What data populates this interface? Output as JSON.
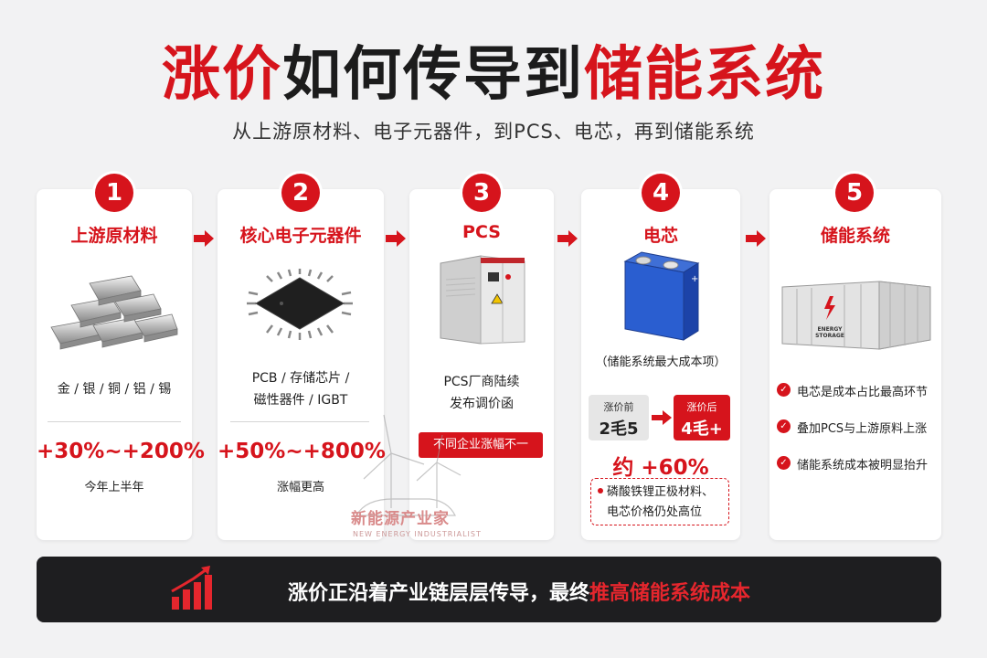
{
  "title": {
    "part1": "涨价",
    "part2": "如何传导到",
    "part3": "储能系统"
  },
  "subtitle": "从上游原材料、电子元器件，到PCS、电芯，再到储能系统",
  "stages": [
    {
      "number": "1",
      "title": "上游原材料",
      "icon": "metal-ingots-icon",
      "items": "金 / 银 / 铜 / 铝 / 锡",
      "increase": "+30%~+200%",
      "note": "今年上半年"
    },
    {
      "number": "2",
      "title": "核心电子元器件",
      "icon": "chip-icon",
      "items_line1": "PCB / 存储芯片 /",
      "items_line2": "磁性器件 / IGBT",
      "increase": "+50%~+800%",
      "note": "涨幅更高"
    },
    {
      "number": "3",
      "title": "PCS",
      "icon": "pcs-cabinet-icon",
      "desc_line1": "PCS厂商陆续",
      "desc_line2": "发布调价函",
      "tag": "不同企业涨幅不一"
    },
    {
      "number": "4",
      "title": "电芯",
      "icon": "battery-cell-icon",
      "note": "（储能系统最大成本项）",
      "before_label": "涨价前",
      "before_value": "2毛5",
      "after_label": "涨价后",
      "after_value": "4毛+",
      "change": "约 +60%",
      "remark_line1": "磷酸铁锂正极材料、",
      "remark_line2": "电芯价格仍处高位"
    },
    {
      "number": "5",
      "title": "储能系统",
      "icon": "energy-storage-container-icon",
      "container_label_line1": "ENERGY",
      "container_label_line2": "STORAGE",
      "bullets": [
        "电芯是成本占比最高环节",
        "叠加PCS与上游原料上涨",
        "储能系统成本被明显抬升"
      ]
    }
  ],
  "footer": {
    "text": "涨价正沿着产业链层层传导，最终",
    "highlight": "推高储能系统成本"
  },
  "watermark": {
    "text": "新能源产业家",
    "sub": "NEW ENERGY INDUSTRIALIST"
  },
  "colors": {
    "accent": "#d6141c",
    "dark": "#1e1e20",
    "background": "#f2f2f3"
  }
}
